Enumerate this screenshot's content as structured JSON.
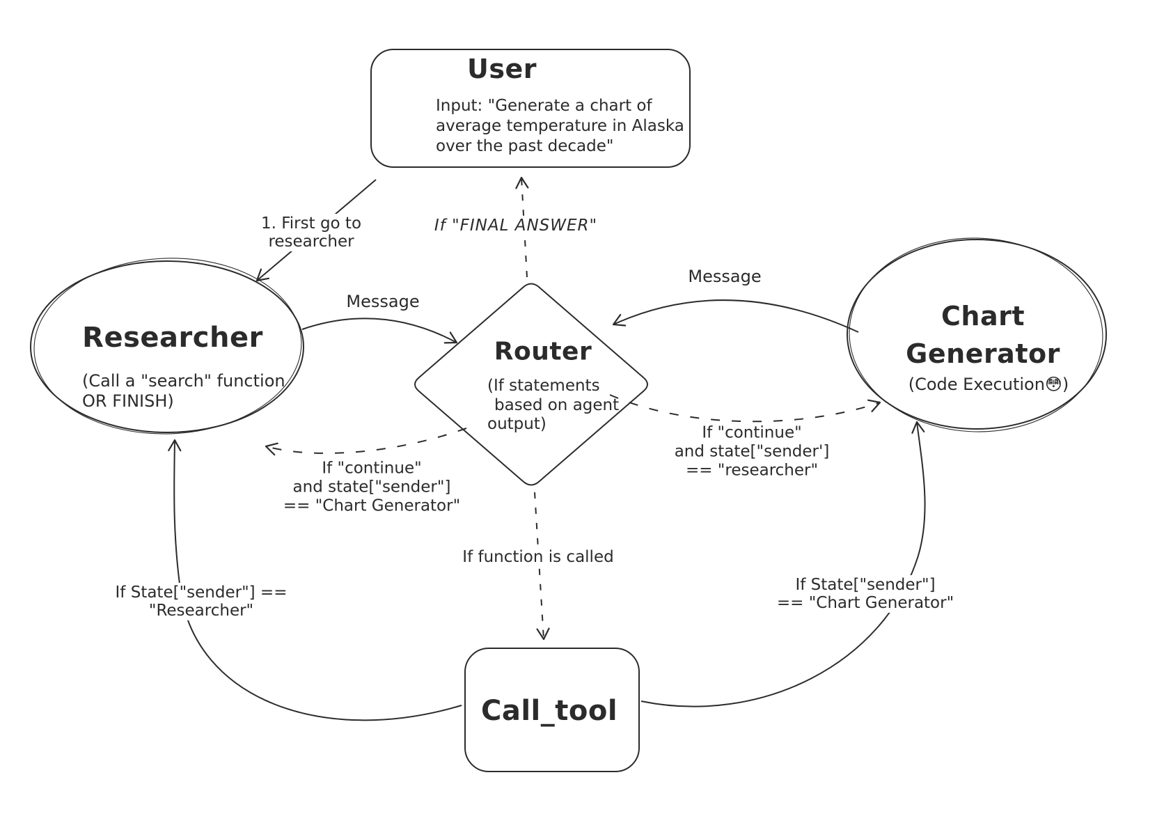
{
  "diagram": {
    "background_color": "#ffffff",
    "stroke_color": "#2b2b2b",
    "emoji_accent_color": "#f5c542",
    "nodes": {
      "user": {
        "title": "User",
        "lines": [
          "Input: \"Generate a chart of",
          "average temperature in Alaska",
          "over the past decade\""
        ]
      },
      "researcher": {
        "title": "Researcher",
        "lines": [
          "(Call a \"search\" function",
          "OR FINISH)"
        ]
      },
      "router": {
        "title": "Router",
        "lines": [
          "(If statements",
          "based on agent",
          "output)"
        ]
      },
      "chart_generator": {
        "title_lines": [
          "Chart",
          "Generator"
        ],
        "subtitle": "(Code Execution😳)"
      },
      "call_tool": {
        "title": "Call_tool"
      }
    },
    "edges": {
      "user_to_researcher": {
        "style": "solid",
        "lines": [
          "1. First go to",
          "researcher"
        ]
      },
      "router_to_user": {
        "style": "dashed",
        "label": "If \"FINAL ANSWER\""
      },
      "researcher_to_router": {
        "style": "solid",
        "label": "Message"
      },
      "chart_generator_to_router": {
        "style": "solid",
        "label": "Message"
      },
      "router_to_researcher": {
        "style": "dashed",
        "lines": [
          "If \"continue\"",
          "and state[\"sender\"]",
          "== \"Chart Generator\""
        ]
      },
      "router_to_chart_generator": {
        "style": "dashed",
        "lines": [
          "If \"continue\"",
          "and state[\"sender']",
          "== \"researcher\""
        ]
      },
      "router_to_call_tool": {
        "style": "dashed",
        "label": "If function is called"
      },
      "call_tool_to_researcher": {
        "style": "solid",
        "lines": [
          "If State[\"sender\"] ==",
          "\"Researcher\""
        ]
      },
      "call_tool_to_chart_generator": {
        "style": "solid",
        "lines": [
          "If State[\"sender\"]",
          "== \"Chart Generator\""
        ]
      }
    }
  }
}
